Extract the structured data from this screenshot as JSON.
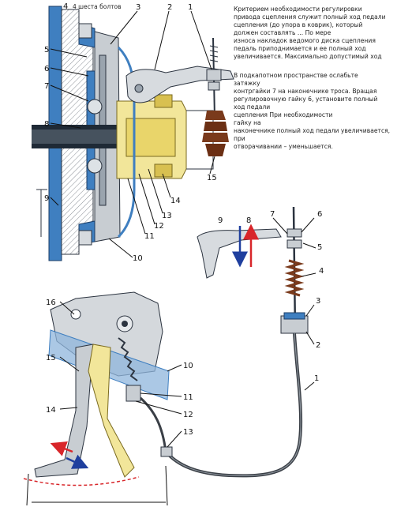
{
  "header_note": "4 шеста болтов",
  "description_lines": [
    "Критерием необходимости регулировки",
    "привода сцепления служит полный ход педали",
    "сцепления (до упора в коврик), который",
    "должен составлять ... По мере",
    "износа накладок ведомого диска сцепления",
    "педаль приподнимается и ее полный ход",
    "увеличивается. Максимально допустимый ход",
    "",
    "В подкапотном пространстве ослабьте",
    "затяжку",
    "контргайки 7 на наконечнике троса. Вращая",
    "регулировочную гайку 6, установите полный",
    "ход педали",
    "сцепления               При необходимости",
    "гайку на",
    "наконечнике полный ход педали увеличивается,",
    "при",
    "отворачивании – уменьшается."
  ],
  "labels_top": [
    "1",
    "2",
    "3",
    "4",
    "5",
    "6",
    "7",
    "8",
    "9",
    "10",
    "11",
    "12",
    "13",
    "14",
    "15"
  ],
  "labels_mid": [
    "1",
    "2",
    "3",
    "4",
    "5",
    "6",
    "7",
    "8",
    "9"
  ],
  "labels_bottom": [
    "10",
    "11",
    "12",
    "13",
    "14",
    "15",
    "16"
  ],
  "colors": {
    "housing_blue": "#3f7fc0",
    "plate_grey": "#c8cdd2",
    "bearing_yellow": "#f2e69a",
    "boot_brown": "#7a3a1c",
    "cable_dark": "#3a3f46",
    "arrow_red": "#d8262a",
    "arrow_blue": "#1f3f9e",
    "pedal_grey": "#cfd3d6"
  }
}
